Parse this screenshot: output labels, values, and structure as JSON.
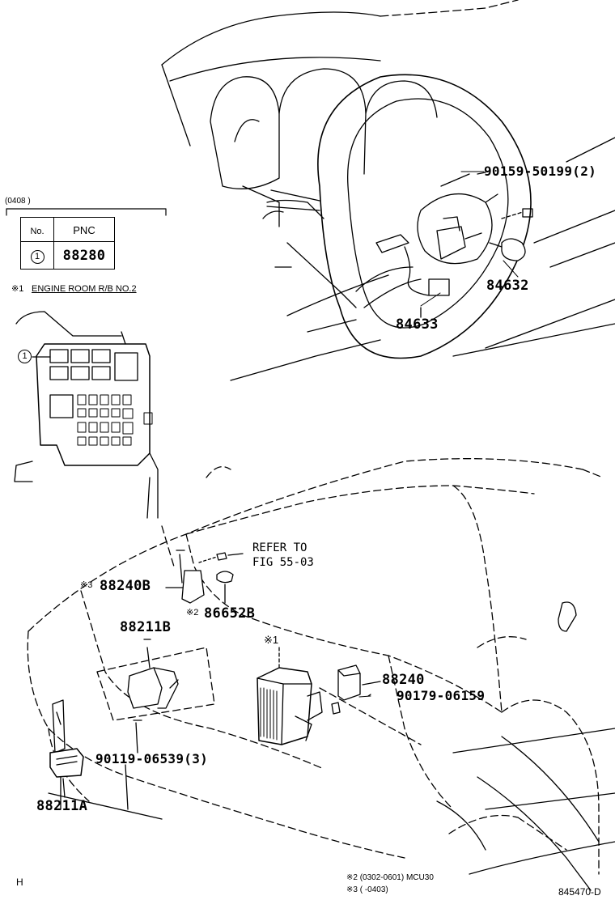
{
  "table": {
    "date_label": "(0408      )",
    "header_no": "No.",
    "header_pnc": "PNC",
    "row_no": "1",
    "row_pnc": "88280"
  },
  "note1": {
    "mark": "※1",
    "text": "ENGINE ROOM R/B NO.2"
  },
  "callout_no": "1",
  "parts": {
    "bolt_top": "90159-50199(2)",
    "p84632": "84632",
    "p84633": "84633",
    "refer_line1": "REFER TO",
    "refer_line2": "FIG 55-03",
    "p88240b_mark": "※3",
    "p88240b": "88240B",
    "p86652b_mark": "※2",
    "p86652b": "86652B",
    "p88211b": "88211B",
    "mark1": "※1",
    "p88240": "88240",
    "p90179": "90179-06159",
    "p90119": "90119-06539(3)",
    "p88211a": "88211A"
  },
  "footer": {
    "corner": "H",
    "note2": "※2 (0302-0601) MCU30",
    "note3": "※3 (     -0403)",
    "code": "845470-D"
  }
}
